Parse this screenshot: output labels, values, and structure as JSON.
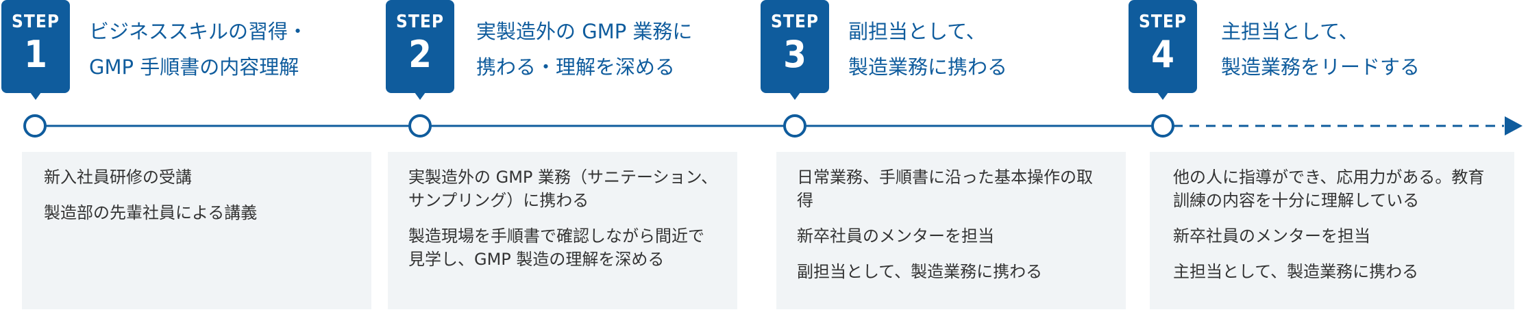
{
  "steps": [
    {
      "badge_word": "STEP",
      "number": "1",
      "heading_lines": [
        "ビジネススキルの習得・",
        "GMP 手順書の内容理解"
      ],
      "items": [
        "新入社員研修の受講",
        "製造部の先輩社員による講義"
      ]
    },
    {
      "badge_word": "STEP",
      "number": "2",
      "heading_lines": [
        "実製造外の GMP 業務に",
        "携わる・理解を深める"
      ],
      "items": [
        "実製造外の GMP 業務（サニテーション、サンプリング）に携わる",
        "製造現場を手順書で確認しながら間近で見学し、GMP 製造の理解を深める"
      ]
    },
    {
      "badge_word": "STEP",
      "number": "3",
      "heading_lines": [
        "副担当として、",
        "製造業務に携わる"
      ],
      "items": [
        "日常業務、手順書に沿った基本操作の取得",
        "新卒社員のメンターを担当",
        "副担当として、製造業務に携わる"
      ]
    },
    {
      "badge_word": "STEP",
      "number": "4",
      "heading_lines": [
        "主担当として、",
        "製造業務をリードする"
      ],
      "items": [
        "他の人に指導ができ、応用力がある。教育訓練の内容を十分に理解している",
        "新卒社員のメンターを担当",
        "主担当として、製造業務に携わる"
      ]
    }
  ],
  "colors": {
    "accent": "#0f5c9d",
    "box_bg": "#f1f4f6",
    "body_text": "#333333"
  }
}
